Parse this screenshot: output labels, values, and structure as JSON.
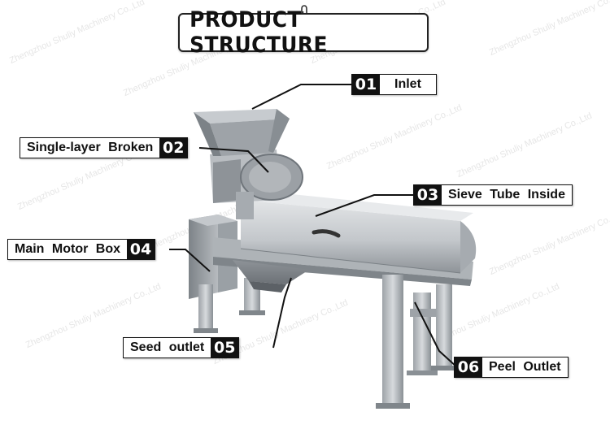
{
  "title": "PRODUCT STRUCTURE",
  "watermark": "Zhengzhou Shuliy Machinery Co.,Ltd",
  "callouts": [
    {
      "num": "01",
      "label": "Inlet"
    },
    {
      "num": "02",
      "label": "Single-layer Broken"
    },
    {
      "num": "03",
      "label": "Sieve Tube Inside"
    },
    {
      "num": "04",
      "label": "Main Motor Box"
    },
    {
      "num": "05",
      "label": "Seed outlet"
    },
    {
      "num": "06",
      "label": "Peel Outlet"
    }
  ],
  "colors": {
    "steel_light": "#d4d7da",
    "steel_mid": "#a9aeb3",
    "steel_dark": "#6f757b",
    "ink": "#111111"
  }
}
